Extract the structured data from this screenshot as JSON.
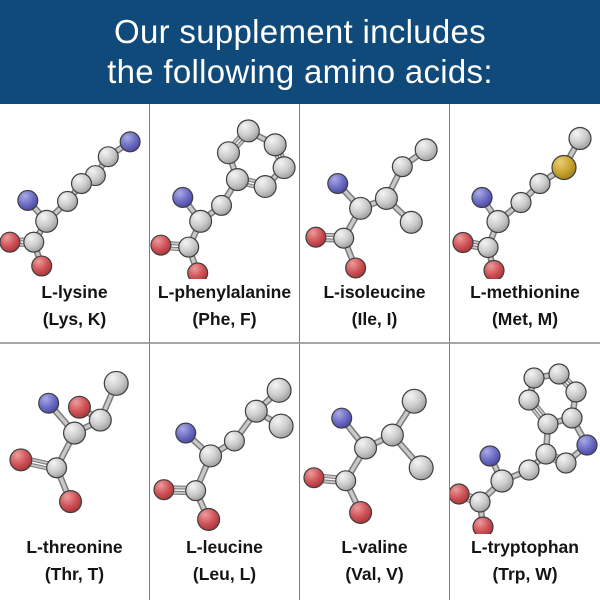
{
  "header": {
    "line1": "Our supplement includes",
    "line2": "the following amino acids:",
    "bg_color": "#0f4a7a",
    "text_color": "#ffffff"
  },
  "grid": {
    "divider_color": "#7f7f7f",
    "row_divider_color": "#a6a6a6",
    "label_color": "#141414"
  },
  "elements": {
    "C": {
      "hi": "#f4f4f4",
      "base": "#cbcbcb",
      "dark": "#969696",
      "name": "carbon-gray"
    },
    "N": {
      "hi": "#aaaae6",
      "base": "#6c6cc4",
      "dark": "#44449e",
      "name": "nitrogen-blue"
    },
    "O": {
      "hi": "#ec9b9b",
      "base": "#cf5257",
      "dark": "#a23135",
      "name": "oxygen-red"
    },
    "S": {
      "hi": "#e8d079",
      "base": "#c9a42e",
      "dark": "#997a1e",
      "name": "sulfur-yellow"
    }
  },
  "bond_style": {
    "edge": "#7d7d7d",
    "core": "#c9c9c9"
  },
  "amino_acids": [
    {
      "name": "L-lysine",
      "abbr": "(Lys, K)",
      "molecule": {
        "h": 172,
        "atoms": [
          [
            131,
            36,
            10,
            "N"
          ],
          [
            109,
            51,
            10,
            "C"
          ],
          [
            96,
            70,
            10,
            "C"
          ],
          [
            82,
            78,
            10,
            "C"
          ],
          [
            68,
            96,
            10,
            "C"
          ],
          [
            47,
            116,
            11,
            "C"
          ],
          [
            28,
            95,
            10,
            "N"
          ],
          [
            34,
            137,
            10,
            "C"
          ],
          [
            10,
            137,
            10,
            "O"
          ],
          [
            42,
            161,
            10,
            "O"
          ]
        ],
        "bonds": [
          [
            0,
            1
          ],
          [
            1,
            2
          ],
          [
            2,
            3
          ],
          [
            3,
            4
          ],
          [
            4,
            5
          ],
          [
            5,
            6
          ],
          [
            5,
            7
          ],
          [
            7,
            8,
            2
          ],
          [
            7,
            9
          ]
        ]
      }
    },
    {
      "name": "L-phenylalanine",
      "abbr": "(Phe, F)",
      "molecule": {
        "h": 172,
        "atoms": [
          [
            99,
            25,
            11,
            "C"
          ],
          [
            126,
            39,
            11,
            "C"
          ],
          [
            135,
            62,
            11,
            "C"
          ],
          [
            116,
            81,
            11,
            "C"
          ],
          [
            88,
            74,
            11,
            "C"
          ],
          [
            79,
            47,
            11,
            "C"
          ],
          [
            72,
            100,
            10,
            "C"
          ],
          [
            51,
            116,
            11,
            "C"
          ],
          [
            33,
            92,
            10,
            "N"
          ],
          [
            39,
            142,
            10,
            "C"
          ],
          [
            11,
            140,
            10,
            "O"
          ],
          [
            48,
            168,
            10,
            "O"
          ]
        ],
        "bonds": [
          [
            0,
            1
          ],
          [
            1,
            2,
            2
          ],
          [
            2,
            3
          ],
          [
            3,
            4,
            2
          ],
          [
            4,
            5
          ],
          [
            5,
            0,
            2
          ],
          [
            4,
            6
          ],
          [
            6,
            7
          ],
          [
            7,
            8
          ],
          [
            7,
            9
          ],
          [
            9,
            10,
            2
          ],
          [
            9,
            11
          ]
        ]
      }
    },
    {
      "name": "L-isoleucine",
      "abbr": "(Ile, I)",
      "molecule": {
        "h": 172,
        "atoms": [
          [
            127,
            44,
            11,
            "C"
          ],
          [
            103,
            61,
            10,
            "C"
          ],
          [
            87,
            93,
            11,
            "C"
          ],
          [
            112,
            117,
            11,
            "C"
          ],
          [
            61,
            103,
            11,
            "C"
          ],
          [
            38,
            78,
            10,
            "N"
          ],
          [
            44,
            133,
            10,
            "C"
          ],
          [
            16,
            132,
            10,
            "O"
          ],
          [
            56,
            163,
            10,
            "O"
          ]
        ],
        "bonds": [
          [
            0,
            1
          ],
          [
            1,
            2
          ],
          [
            2,
            3
          ],
          [
            2,
            4
          ],
          [
            4,
            5
          ],
          [
            4,
            6
          ],
          [
            6,
            7,
            2
          ],
          [
            6,
            8
          ]
        ]
      }
    },
    {
      "name": "L-methionine",
      "abbr": "(Met, M)",
      "molecule": {
        "h": 172,
        "atoms": [
          [
            130,
            33,
            11,
            "C"
          ],
          [
            114,
            62,
            12,
            "S"
          ],
          [
            90,
            78,
            10,
            "C"
          ],
          [
            71,
            97,
            10,
            "C"
          ],
          [
            48,
            116,
            11,
            "C"
          ],
          [
            32,
            92,
            10,
            "N"
          ],
          [
            38,
            142,
            10,
            "C"
          ],
          [
            13,
            137,
            10,
            "O"
          ],
          [
            44,
            165,
            10,
            "O"
          ]
        ],
        "bonds": [
          [
            0,
            1
          ],
          [
            1,
            2
          ],
          [
            2,
            3
          ],
          [
            3,
            4
          ],
          [
            4,
            5
          ],
          [
            4,
            6
          ],
          [
            6,
            7,
            2
          ],
          [
            6,
            8
          ]
        ]
      }
    },
    {
      "name": "L-threonine",
      "abbr": "(Thr, T)",
      "molecule": {
        "h": 182,
        "atoms": [
          [
            117,
            35,
            12,
            "C"
          ],
          [
            101,
            72,
            11,
            "C"
          ],
          [
            80,
            59,
            11,
            "O"
          ],
          [
            49,
            55,
            10,
            "N"
          ],
          [
            75,
            85,
            11,
            "C"
          ],
          [
            57,
            120,
            10,
            "C"
          ],
          [
            21,
            112,
            11,
            "O"
          ],
          [
            71,
            154,
            11,
            "O"
          ]
        ],
        "bonds": [
          [
            0,
            1
          ],
          [
            1,
            2
          ],
          [
            1,
            4
          ],
          [
            4,
            3
          ],
          [
            4,
            5
          ],
          [
            5,
            6,
            2
          ],
          [
            5,
            7
          ]
        ]
      }
    },
    {
      "name": "L-leucine",
      "abbr": "(Leu, L)",
      "molecule": {
        "h": 182,
        "atoms": [
          [
            130,
            42,
            12,
            "C"
          ],
          [
            107,
            63,
            11,
            "C"
          ],
          [
            132,
            78,
            12,
            "C"
          ],
          [
            85,
            93,
            10,
            "C"
          ],
          [
            61,
            108,
            11,
            "C"
          ],
          [
            36,
            85,
            10,
            "N"
          ],
          [
            46,
            143,
            10,
            "C"
          ],
          [
            14,
            142,
            10,
            "O"
          ],
          [
            59,
            172,
            11,
            "O"
          ]
        ],
        "bonds": [
          [
            0,
            1
          ],
          [
            1,
            2
          ],
          [
            1,
            3
          ],
          [
            3,
            4
          ],
          [
            4,
            5
          ],
          [
            4,
            6
          ],
          [
            6,
            7,
            2
          ],
          [
            6,
            8
          ]
        ]
      }
    },
    {
      "name": "L-valine",
      "abbr": "(Val, V)",
      "molecule": {
        "h": 182,
        "atoms": [
          [
            115,
            53,
            12,
            "C"
          ],
          [
            93,
            87,
            11,
            "C"
          ],
          [
            122,
            120,
            12,
            "C"
          ],
          [
            66,
            100,
            11,
            "C"
          ],
          [
            42,
            70,
            10,
            "N"
          ],
          [
            46,
            133,
            10,
            "C"
          ],
          [
            14,
            130,
            10,
            "O"
          ],
          [
            61,
            165,
            11,
            "O"
          ]
        ],
        "bonds": [
          [
            0,
            1
          ],
          [
            1,
            2
          ],
          [
            1,
            3
          ],
          [
            3,
            4
          ],
          [
            3,
            5
          ],
          [
            5,
            6,
            2
          ],
          [
            5,
            7
          ]
        ]
      }
    },
    {
      "name": "L-tryptophan",
      "abbr": "(Trp, W)",
      "molecule": {
        "h": 182,
        "atoms": [
          [
            84,
            30,
            10,
            "C"
          ],
          [
            109,
            26,
            10,
            "C"
          ],
          [
            126,
            44,
            10,
            "C"
          ],
          [
            122,
            70,
            10,
            "C"
          ],
          [
            98,
            76,
            10,
            "C"
          ],
          [
            79,
            52,
            10,
            "C"
          ],
          [
            137,
            97,
            10,
            "N"
          ],
          [
            116,
            115,
            10,
            "C"
          ],
          [
            96,
            106,
            10,
            "C"
          ],
          [
            79,
            122,
            10,
            "C"
          ],
          [
            52,
            133,
            11,
            "C"
          ],
          [
            40,
            108,
            10,
            "N"
          ],
          [
            30,
            154,
            10,
            "C"
          ],
          [
            9,
            146,
            10,
            "O"
          ],
          [
            33,
            179,
            10,
            "O"
          ]
        ],
        "bonds": [
          [
            0,
            1
          ],
          [
            1,
            2,
            2
          ],
          [
            2,
            3
          ],
          [
            3,
            4
          ],
          [
            4,
            5,
            2
          ],
          [
            5,
            0
          ],
          [
            3,
            6
          ],
          [
            6,
            7
          ],
          [
            7,
            8,
            2
          ],
          [
            8,
            4
          ],
          [
            8,
            9
          ],
          [
            9,
            10
          ],
          [
            10,
            11
          ],
          [
            10,
            12
          ],
          [
            12,
            13,
            2
          ],
          [
            12,
            14
          ]
        ]
      }
    }
  ]
}
